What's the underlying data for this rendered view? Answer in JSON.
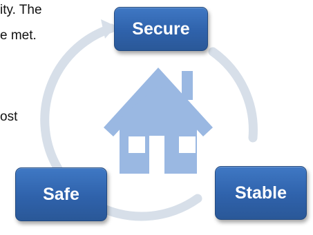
{
  "text_fragments": {
    "line1": "ity. The",
    "line2": "e met.",
    "line3": "ost"
  },
  "cycle": {
    "nodes": [
      {
        "label": "Secure"
      },
      {
        "label": "Stable"
      },
      {
        "label": "Safe"
      }
    ],
    "center_icon": "house-icon"
  },
  "colors": {
    "box_fill": "#2f62ab",
    "box_text": "#ffffff",
    "ring": "#d7dfe9",
    "house": "#9ab8e2"
  }
}
